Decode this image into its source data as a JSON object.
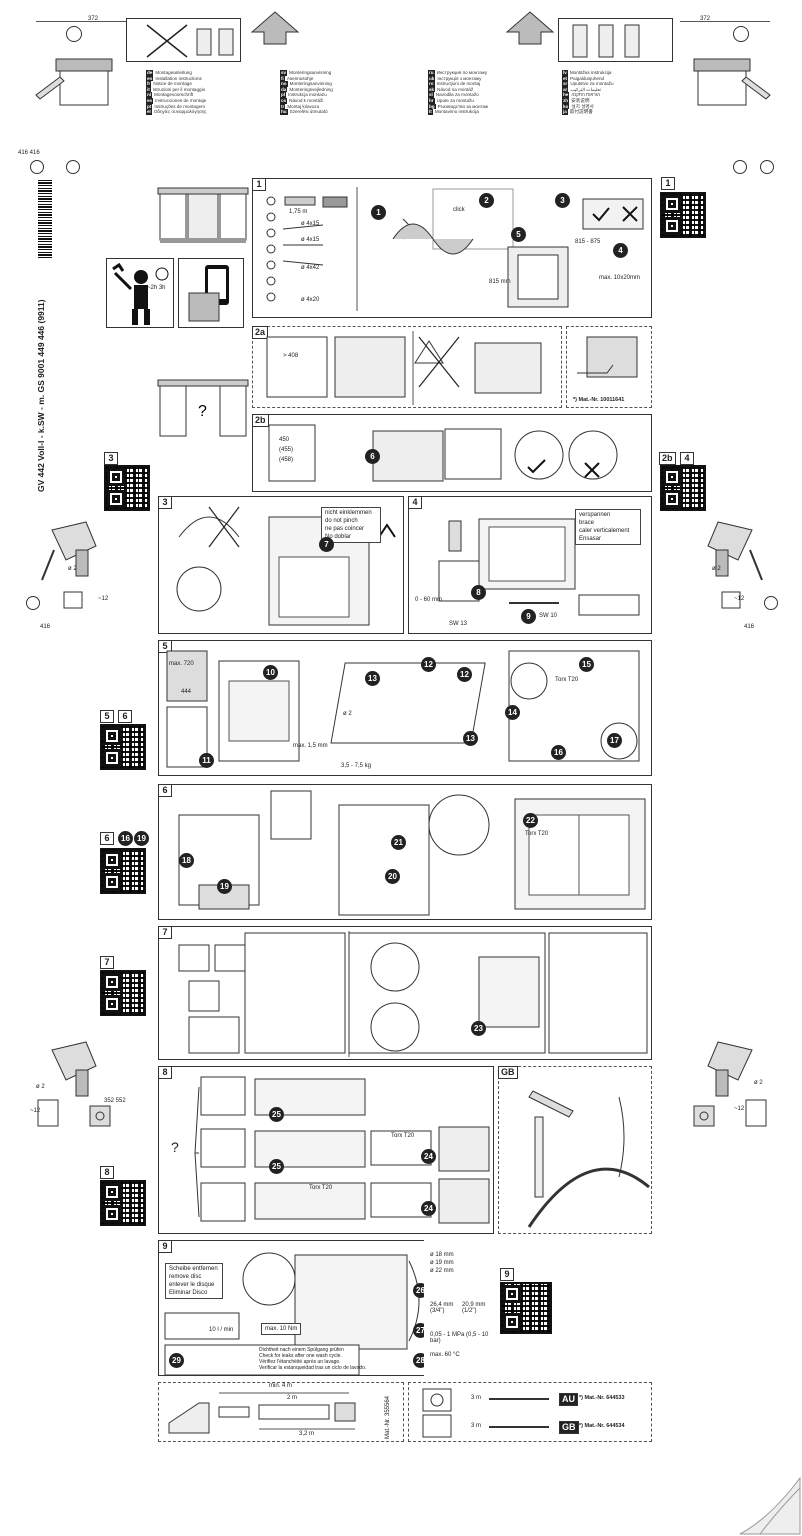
{
  "dimensions": {
    "d372_left": "372",
    "d372_right": "372",
    "d416_top": "416 416",
    "d416_left": "416",
    "d416_right": "416",
    "d352": "352 552",
    "phi2": "ø 2",
    "d12": "~12"
  },
  "product_code": "GV 442 Voll-I - k.SW - m. GS     9001 449 446 (9911)",
  "time_label": "~2h 3h",
  "lang_left": [
    {
      "code": "de",
      "text": "Montageanleitung"
    },
    {
      "code": "en",
      "text": "Installation instructions"
    },
    {
      "code": "fr",
      "text": "Notice de montage"
    },
    {
      "code": "it",
      "text": "Istruzioni per il montaggio"
    },
    {
      "code": "nl",
      "text": "Montagevoorschrift"
    },
    {
      "code": "es",
      "text": "Instrucciones de montaje"
    },
    {
      "code": "pt",
      "text": "Instruções de montagem"
    },
    {
      "code": "el",
      "text": "Οδηγίες συναρμολόγησης"
    },
    {
      "code": "sv",
      "text": "Monteringsanvisning"
    },
    {
      "code": "fi",
      "text": "Asennusohje"
    },
    {
      "code": "no",
      "text": "Monteringsanvisning"
    },
    {
      "code": "da",
      "text": "Monteringsvejledning"
    },
    {
      "code": "pl",
      "text": "Instrukcja montażu"
    },
    {
      "code": "cs",
      "text": "Návod k montáži"
    },
    {
      "code": "tr",
      "text": "Montaj kılavuzu"
    },
    {
      "code": "hu",
      "text": "Szerelési útmutató"
    }
  ],
  "lang_right": [
    {
      "code": "ru",
      "text": "Инструкция по монтажу"
    },
    {
      "code": "uk",
      "text": "Інструкція з монтажу"
    },
    {
      "code": "ro",
      "text": "Instrucţiuni de montaj"
    },
    {
      "code": "sk",
      "text": "Návod na montáž"
    },
    {
      "code": "sl",
      "text": "Navodila za montažo"
    },
    {
      "code": "hr",
      "text": "Upute za montažu"
    },
    {
      "code": "bg",
      "text": "Ръководство за монтаж"
    },
    {
      "code": "lt",
      "text": "Montavimo instrukcija"
    },
    {
      "code": "lv",
      "text": "Montāžas instrukcija"
    },
    {
      "code": "et",
      "text": "Paigaldusjuhend"
    },
    {
      "code": "sr",
      "text": "Uputstvo za montažu"
    },
    {
      "code": "ar",
      "text": "تعليمات التركيب"
    },
    {
      "code": "he",
      "text": "הוראות התקנה"
    },
    {
      "code": "zh",
      "text": "安装说明"
    },
    {
      "code": "ko",
      "text": "설치 설명서"
    },
    {
      "code": "ja",
      "text": "取付説明書"
    }
  ],
  "steps": {
    "s1": "1",
    "s2a": "2a",
    "s2b": "2b",
    "s3": "3",
    "s4": "4",
    "s5": "5",
    "s6": "6",
    "s7": "7",
    "s8": "8",
    "s9": "9",
    "gb": "GB"
  },
  "qr_tags": {
    "q1": "1",
    "q3": "3",
    "q2b": "2b",
    "q4": "4",
    "q5": "5",
    "q6": "6",
    "q6b": "6",
    "q16": "16",
    "q19": "19",
    "q7": "7",
    "q8": "8",
    "q9": "9"
  },
  "step1": {
    "len": "1,75 m",
    "screws_a": "ø 4x15",
    "screws_b": "ø 4x15",
    "screws_c": "ø 4x42",
    "screws_d": "ø 4x20",
    "nums": [
      "1",
      "2",
      "3",
      "4",
      "5"
    ],
    "click": "click",
    "h815": "815 - 875",
    "h815b": "815 mm",
    "max": "max. 10x20mm"
  },
  "step2a": {
    "w408": "> 408",
    "mat": "*) Mat.-Nr. 10011641"
  },
  "step2b": {
    "d1": "450",
    "d2": "(455)",
    "d3": "(458)",
    "n6": "6"
  },
  "step3": {
    "warn": [
      "nicht einklemmen",
      "do not pinch",
      "ne pas coincer",
      "No doblar"
    ],
    "n7": "7"
  },
  "step4": {
    "words": [
      "verspannen",
      "brace",
      "caler verticalement",
      "Ensasar"
    ],
    "n8": "8",
    "n9": "9",
    "sw13": "SW 13",
    "sw10": "SW 10",
    "range": "0 - 60 mm"
  },
  "step5": {
    "max720": "max. 720",
    "v444": "444",
    "nums": [
      "10",
      "11",
      "12",
      "13",
      "12",
      "14",
      "15",
      "16",
      "17",
      "13"
    ],
    "torx": "Torx T20",
    "weight": "3,5 - 7,5 kg",
    "max15": "max. 1,5 mm",
    "phi2": "ø 2"
  },
  "step6": {
    "nums": [
      "18",
      "19",
      "20",
      "21",
      "22"
    ],
    "torx": "Torx T20"
  },
  "step7": {
    "n23": "23"
  },
  "step8": {
    "q": "?",
    "nums": [
      "25",
      "25",
      "24",
      "24"
    ],
    "torx": "Torx T20",
    "torx2": "Torx T20"
  },
  "step9": {
    "disc": [
      "Scheibe entfernen",
      "remove disc",
      "enlever le disque",
      "Eliminar Disco"
    ],
    "flow": "10 l / min",
    "max10": "max. 10 Nm",
    "nums": [
      "26",
      "27",
      "28",
      "29"
    ],
    "d1": "ø 18 mm",
    "d2": "ø 19 mm",
    "d3": "ø 22 mm",
    "thread1": "26,4 mm (3/4\")",
    "thread2": "20,9 mm (1/2\")",
    "press": "0,05 - 1 MPa (0,5 - 10 bar)",
    "temp": "max. 60 °C",
    "check": [
      "Dichtheit nach einem Spülgang prüfen",
      "Check for leaks after one wash cycle.",
      "Vérifiez l'étanchéité après un lavage.",
      "Verificar la estanqueidad tras un ciclo de lavado."
    ]
  },
  "bottom_left": {
    "min": "min. 4 m",
    "l2": "2 m",
    "l3": "3,2 m",
    "mat": "Mat.-Nr. 355564"
  },
  "bottom_right": {
    "l1": "3 m",
    "l2": "3 m",
    "tag1": "AU",
    "tag2": "GB",
    "mat1": "*) Mat.-Nr. 644533",
    "mat2": "*) Mat.-Nr. 644534"
  }
}
